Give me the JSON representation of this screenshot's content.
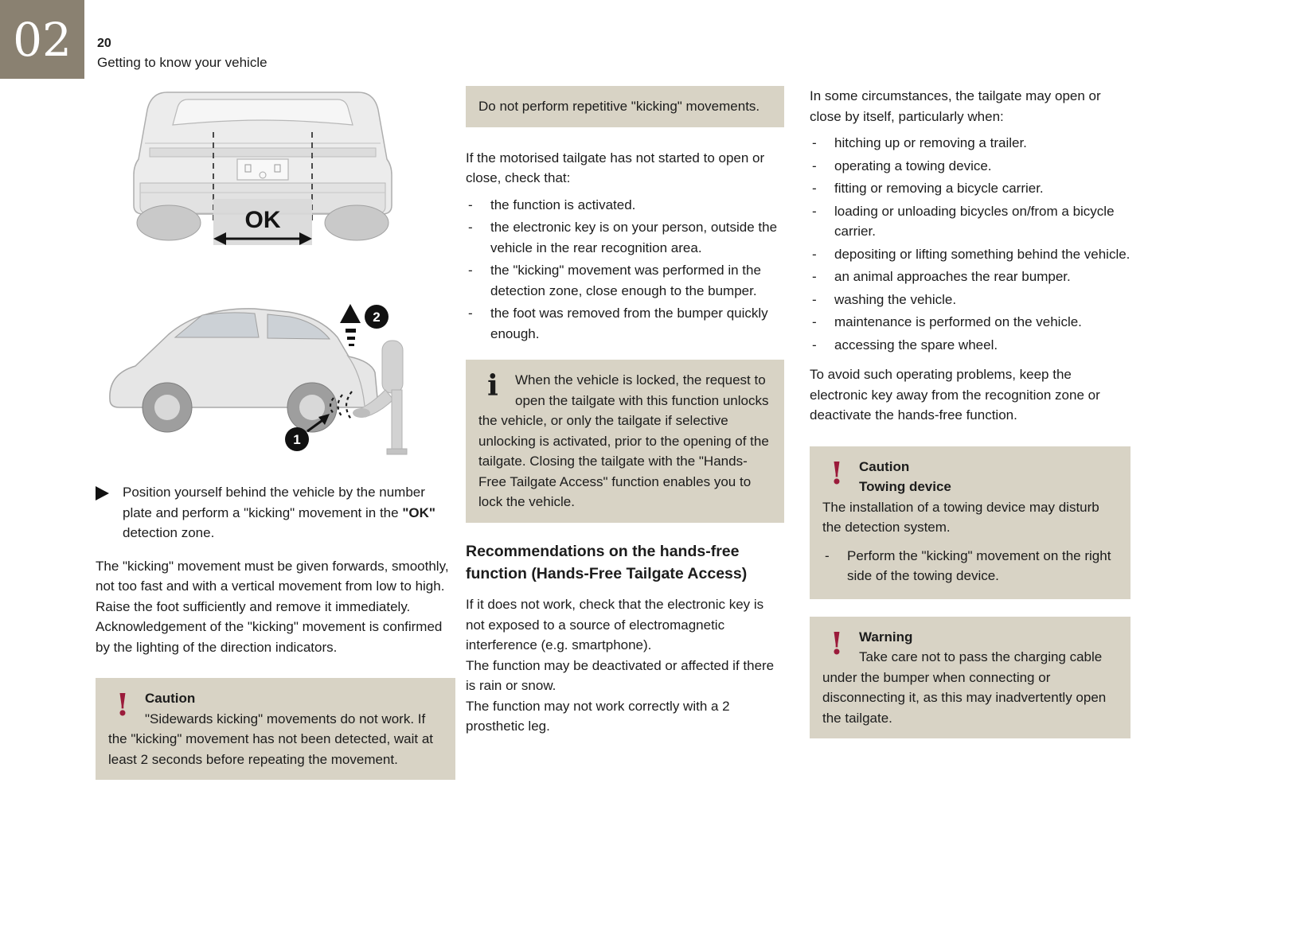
{
  "page": {
    "chapter": "02",
    "number": "20",
    "section": "Getting to know your vehicle"
  },
  "icons": {
    "caution": "!",
    "warning": "!",
    "info": "i"
  },
  "figures": {
    "ok_label": "OK",
    "badge_1": "1",
    "badge_2": "2"
  },
  "col1": {
    "bullet": {
      "pre": "Position yourself behind the vehicle by the number plate and perform a \"kicking\" movement in the ",
      "bold": "\"OK\"",
      "post": " detection zone."
    },
    "para": "The \"kicking\" movement must be given forwards, smoothly, not too fast and with a vertical movement from low to high. Raise the foot sufficiently and remove it immediately. Acknowledgement of the \"kicking\" movement is confirmed by the lighting of the direction indicators.",
    "caution": {
      "title": "Caution",
      "body": "\"Sidewards kicking\" movements do not work. If the \"kicking\" movement has not been detected, wait at least 2 seconds before repeating the movement."
    }
  },
  "col2": {
    "notice": "Do not perform repetitive \"kicking\" movements.",
    "intro": "If the motorised tailgate has not started to open or close, check that:",
    "checks": [
      "the function is activated.",
      "the electronic key is on your person, outside the vehicle in the rear recognition area.",
      "the \"kicking\" movement was performed in the detection zone, close enough to the bumper.",
      "the foot was removed from the bumper quickly enough."
    ],
    "info": "When the vehicle is locked, the request to open the tailgate with this function unlocks the vehicle, or only the tailgate if selective unlocking is activated, prior to the opening of the tailgate. Closing the tailgate with the \"Hands-Free Tailgate Access\" function enables you to lock the vehicle.",
    "heading": "Recommendations on the hands-free function (Hands-Free Tailgate Access)",
    "paras": [
      "If it does not work, check that the electronic key is not exposed to a source of electromagnetic interference (e.g. smartphone).",
      "The function may be deactivated or affected if there is rain or snow.",
      "The function may not work correctly with a 2 prosthetic leg."
    ]
  },
  "col3": {
    "intro": "In some circumstances, the tailgate may open or close by itself, particularly when:",
    "items": [
      "hitching up or removing a trailer.",
      "operating a towing device.",
      "fitting or removing a bicycle carrier.",
      "loading or unloading bicycles on/from a bicycle carrier.",
      "depositing or lifting something behind the vehicle.",
      "an animal approaches the rear bumper.",
      "washing the vehicle.",
      "maintenance is performed on the vehicle.",
      "accessing the spare wheel."
    ],
    "outro": "To avoid such operating problems, keep the electronic key away from the recognition zone or deactivate the hands-free function.",
    "caution": {
      "title": "Caution",
      "subtitle": "Towing device",
      "body": "The installation of a towing device may disturb the detection system.",
      "item": "Perform the \"kicking\" movement on the right side of the towing device."
    },
    "warning": {
      "title": "Warning",
      "body": "Take care not to pass the charging cable under the bumper when connecting or disconnecting it, as this may inadvertently open the tailgate."
    }
  }
}
